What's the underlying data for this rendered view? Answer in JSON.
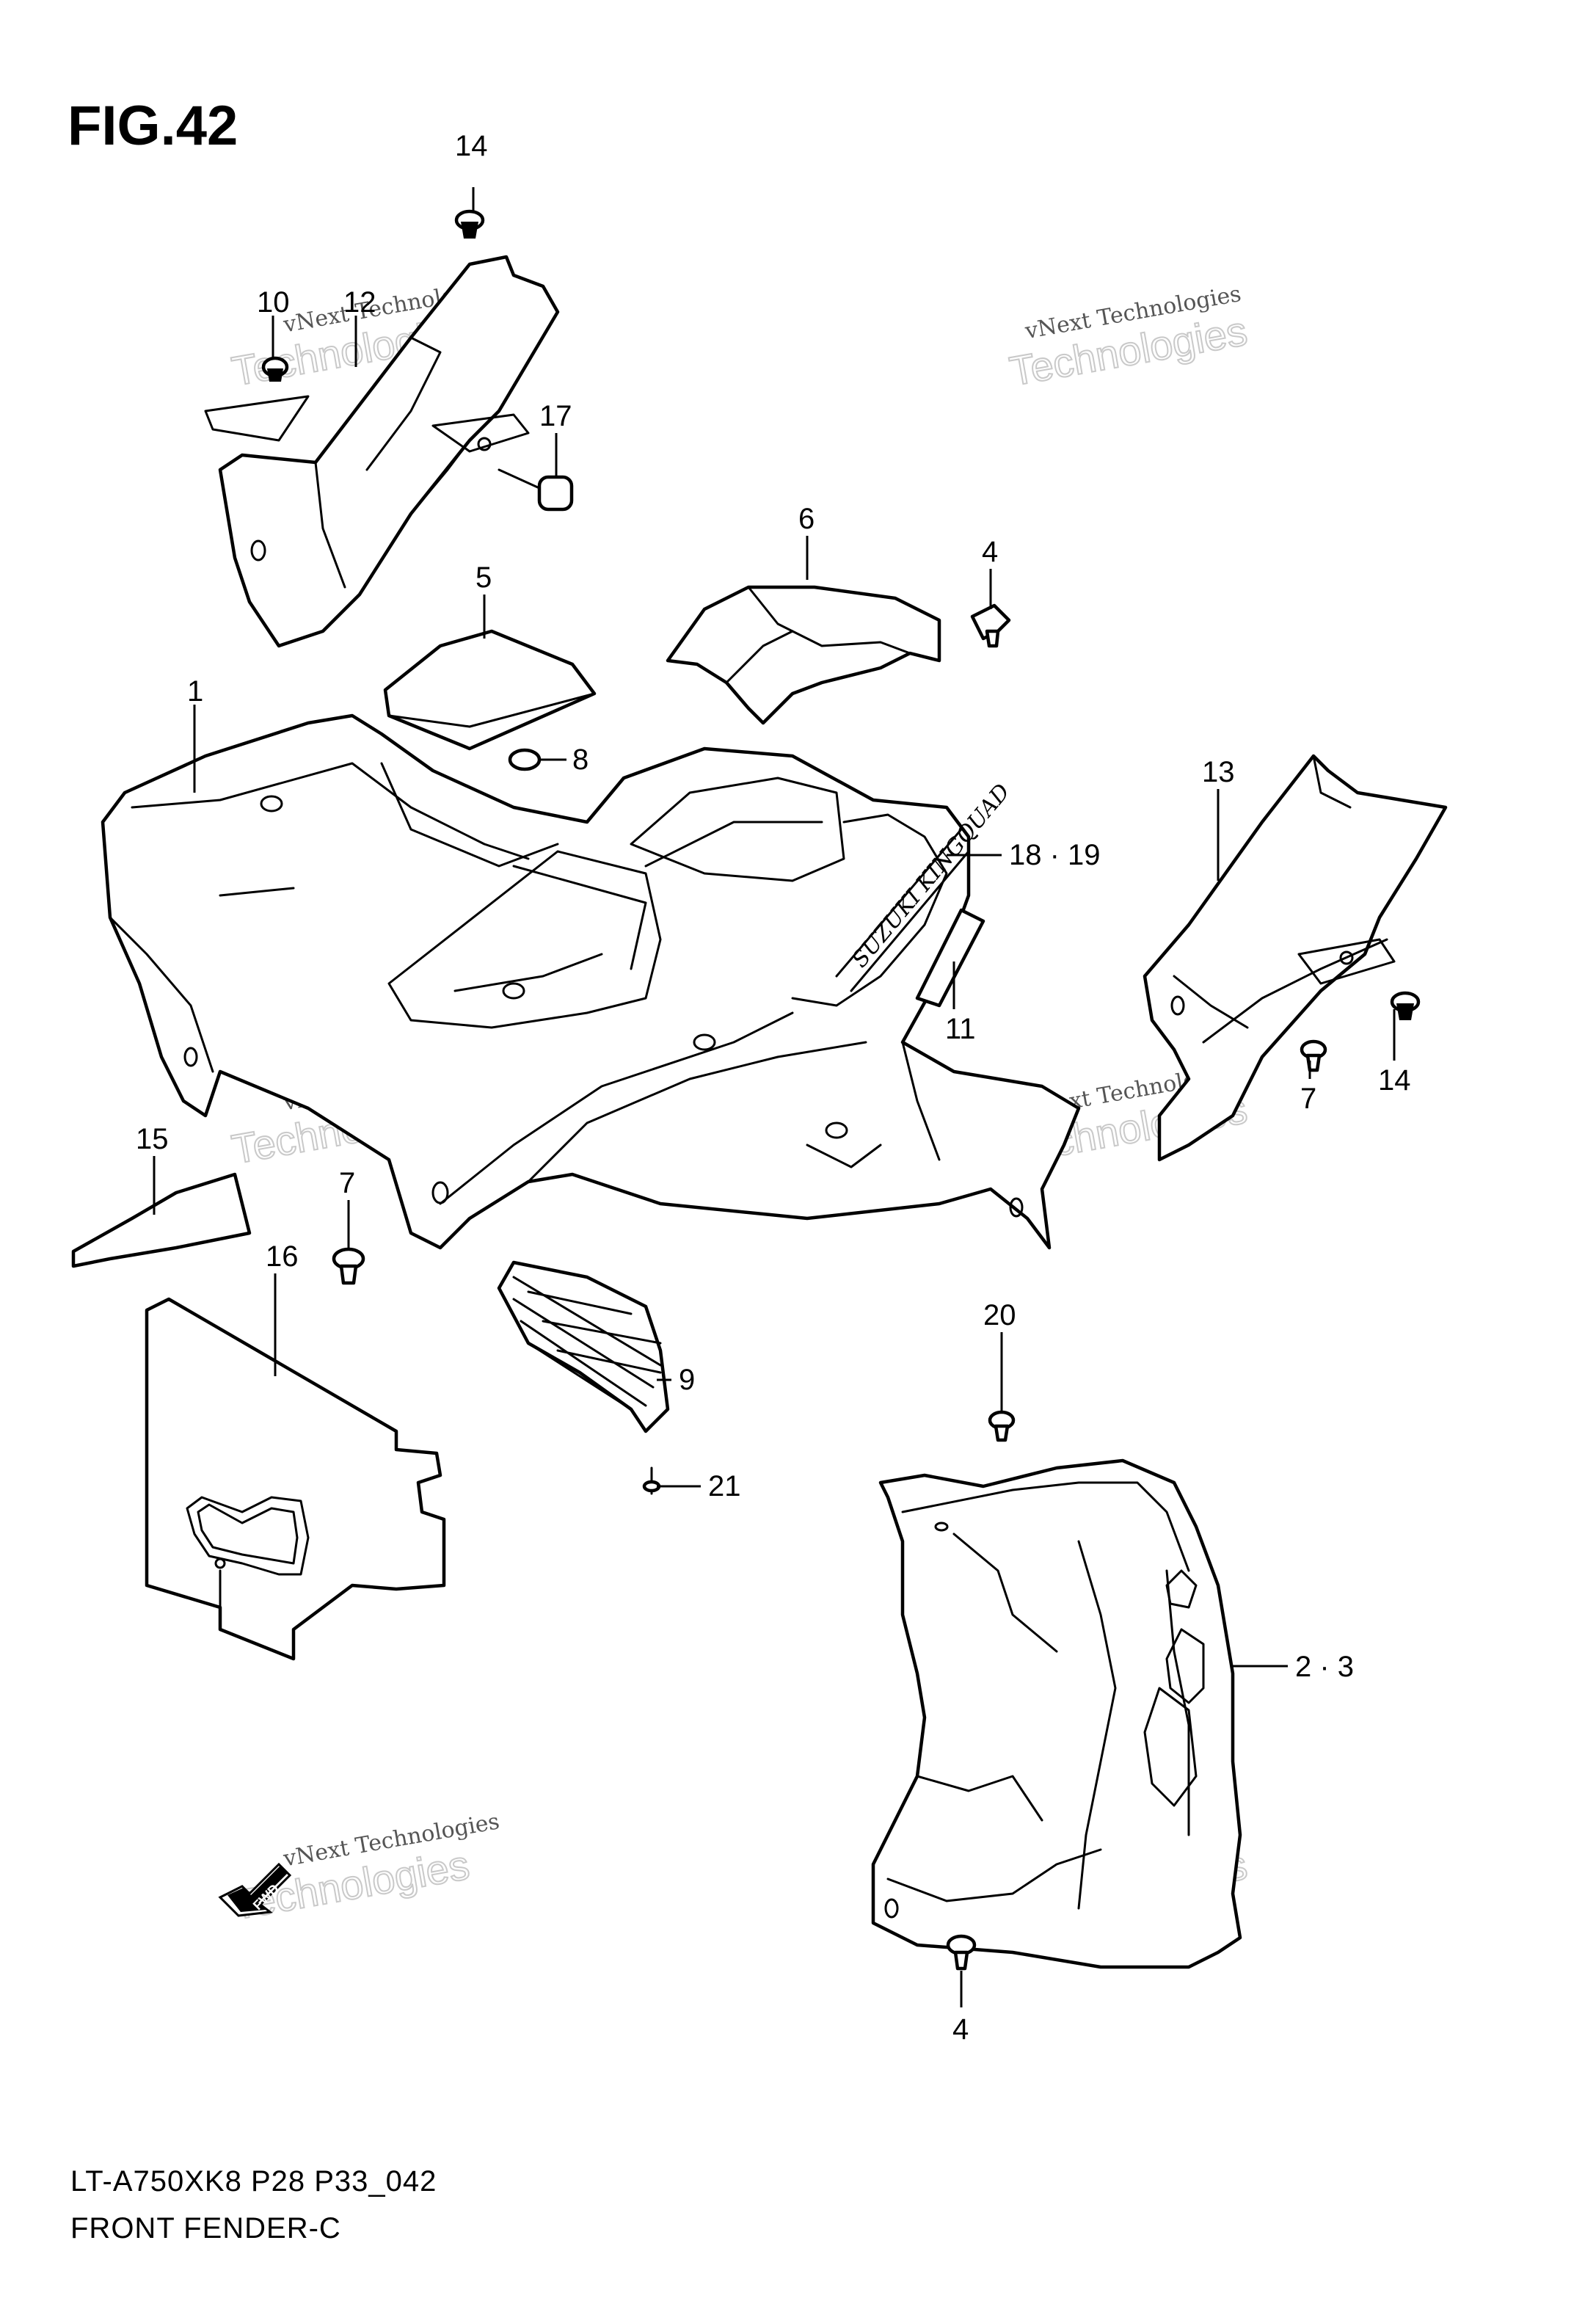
{
  "figure_title": "FIG.42",
  "caption": {
    "model": "LT-A750XK8 P28 P33_042",
    "name": "FRONT FENDER-C"
  },
  "watermark": {
    "line1": "vNext Technologies",
    "line2": "Technologies"
  },
  "fwd_label": "FWD",
  "brand_logo": "SUZUKI KINGQUAD",
  "callouts": [
    {
      "id": "c1",
      "label": "1"
    },
    {
      "id": "c2",
      "label": "2 · 3"
    },
    {
      "id": "c4a",
      "label": "4"
    },
    {
      "id": "c4b",
      "label": "4"
    },
    {
      "id": "c5",
      "label": "5"
    },
    {
      "id": "c6",
      "label": "6"
    },
    {
      "id": "c7a",
      "label": "7"
    },
    {
      "id": "c7b",
      "label": "7"
    },
    {
      "id": "c8",
      "label": "8"
    },
    {
      "id": "c9",
      "label": "9"
    },
    {
      "id": "c10",
      "label": "10"
    },
    {
      "id": "c11",
      "label": "11"
    },
    {
      "id": "c12",
      "label": "12"
    },
    {
      "id": "c13",
      "label": "13"
    },
    {
      "id": "c14a",
      "label": "14"
    },
    {
      "id": "c14b",
      "label": "14"
    },
    {
      "id": "c15",
      "label": "15"
    },
    {
      "id": "c16",
      "label": "16"
    },
    {
      "id": "c17",
      "label": "17"
    },
    {
      "id": "c18",
      "label": "18 · 19"
    },
    {
      "id": "c20",
      "label": "20"
    },
    {
      "id": "c21",
      "label": "21"
    }
  ]
}
